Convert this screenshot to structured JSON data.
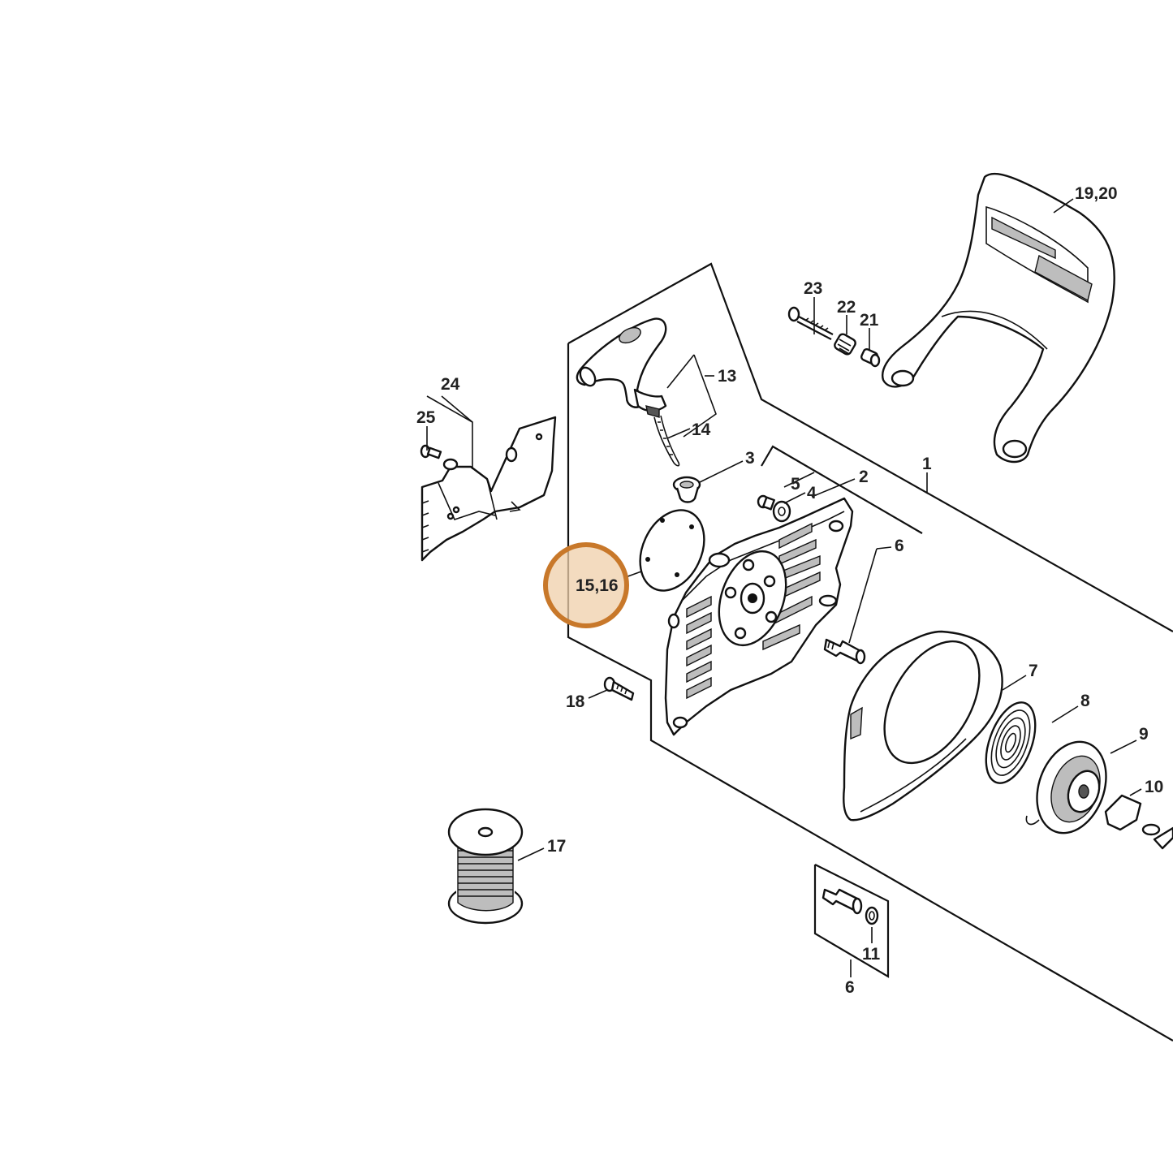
{
  "highlight": {
    "color": "#c8782a",
    "fill": "#efcfaa",
    "target": "15,16"
  },
  "labels": {
    "l1": "1",
    "l2": "2",
    "l3": "3",
    "l4": "4",
    "l5": "5",
    "l6a": "6",
    "l6b": "6",
    "l7": "7",
    "l8": "8",
    "l9": "9",
    "l10": "10",
    "l11": "11",
    "l13": "13",
    "l14": "14",
    "l15_16": "15,16",
    "l17": "17",
    "l18": "18",
    "l19_20": "19,20",
    "l21": "21",
    "l22": "22",
    "l23": "23",
    "l24": "24",
    "l25": "25"
  }
}
